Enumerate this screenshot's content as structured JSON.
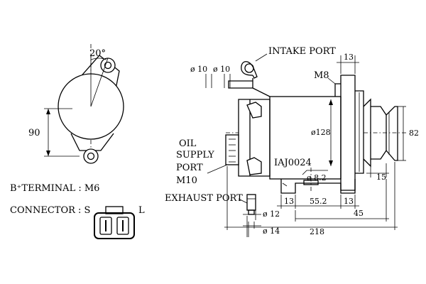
{
  "side_view": {
    "angle_label": "20°",
    "height_label": "90"
  },
  "specs": {
    "b_terminal": "B⁺TERMINAL : M6",
    "connector_label": "CONNECTOR : S",
    "connector_l": "L"
  },
  "labels": {
    "intake_port": "INTAKE PORT",
    "oil_line1": "OIL",
    "oil_line2": "SUPPLY",
    "oil_line3": "PORT",
    "oil_line4": "M10",
    "exhaust_port": "EXHAUST PORT",
    "part_number": "IAJ0024",
    "thread": "M8"
  },
  "dimensions": {
    "d10_a": "ø 10",
    "d10_b": "ø 10",
    "top_13": "13",
    "d128": "ø128",
    "d82": "82",
    "d82_hole": "ø 8.2",
    "bot_13_left": "13",
    "bot_552": "55.2",
    "bot_13_right": "13",
    "d15": "15",
    "d45": "45",
    "d12": "ø 12",
    "d14": "ø 14",
    "d218": "218"
  }
}
